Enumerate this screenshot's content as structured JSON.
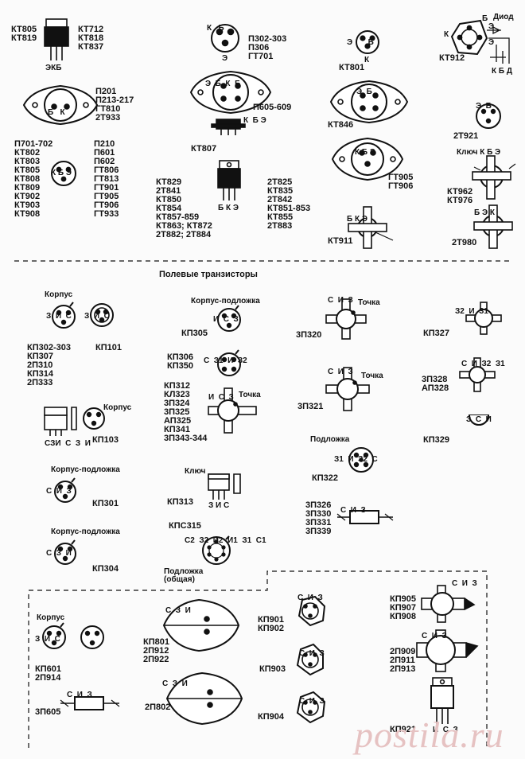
{
  "section_title": "Полевые транзисторы",
  "watermark": "postila.ru",
  "bipolar": [
    {
      "id": "kt805",
      "lines": [
        "КТ805",
        "КТ819"
      ],
      "pins": "ЭКБ"
    },
    {
      "id": "kt712",
      "lines": [
        "КТ712",
        "КТ818",
        "КТ837"
      ]
    },
    {
      "id": "p302",
      "lines": [
        "П302-303",
        "П306",
        "ГТ701"
      ],
      "pins_top": "К   Б",
      "pins_bottom": "Э"
    },
    {
      "id": "kt801",
      "lines": [
        "КТ801"
      ],
      "pins_top": "Э       Б",
      "pins_bottom": "К"
    },
    {
      "id": "kt912",
      "lines": [
        "КТ912"
      ],
      "pins_extra": [
        "Диод",
        "К",
        "Б",
        "Э",
        "Э",
        "К Б Д"
      ]
    },
    {
      "id": "p201",
      "lines": [
        "П201",
        "П213-217",
        "ГТ810",
        "2Т933"
      ],
      "pins": "Б   К"
    },
    {
      "id": "p605",
      "lines": [
        "П605-609"
      ],
      "pins": "Э  Б  К  Б"
    },
    {
      "id": "kt846",
      "lines": [
        "КТ846"
      ],
      "pins": "Э  Б"
    },
    {
      "id": "kt921",
      "lines": [
        "2Т921"
      ],
      "pins": "Э  Б"
    },
    {
      "id": "kt807",
      "lines": [
        "КТ807"
      ],
      "pins": "К  Б Э"
    },
    {
      "id": "p701",
      "lines": [
        "П701-702",
        "КТ802",
        "КТ803",
        "КТ805",
        "КТ808",
        "КТ809",
        "КТ902",
        "КТ903",
        "КТ908"
      ],
      "pins": "К Б Э"
    },
    {
      "id": "p210",
      "lines": [
        "П210",
        "П601",
        "П602",
        "ГТ806",
        "ГТ813",
        "ГТ901",
        "ГТ905",
        "ГТ906",
        "ГТ933"
      ]
    },
    {
      "id": "kt829",
      "lines": [
        "КТ829",
        "2Т841",
        "КТ850",
        "КТ854",
        "КТ857-859",
        "КТ863; КТ872",
        "2Т882; 2Т884"
      ],
      "pins": "Б К Э"
    },
    {
      "id": "t825",
      "lines": [
        "2Т825",
        "КТ835",
        "2Т842",
        "КТ851-853",
        "КТ855",
        "2Т883"
      ]
    },
    {
      "id": "gt905",
      "lines": [
        "ГТ905",
        "ГТ906"
      ],
      "pins": "К Б Э"
    },
    {
      "id": "kt962",
      "lines": [
        "КТ962",
        "КТ976"
      ],
      "pins": "Ключ К Б Э"
    },
    {
      "id": "kt911",
      "lines": [
        "КТ911"
      ],
      "pins": "Б К Э"
    },
    {
      "id": "t980",
      "lines": [
        "2Т980"
      ],
      "pins": "Б Э К"
    }
  ],
  "field": [
    {
      "id": "kp302",
      "lines": [
        "КП302-303",
        "КП307",
        "2П310",
        "КП314",
        "2П333"
      ],
      "label": "Корпус",
      "pins": "З  И  С"
    },
    {
      "id": "kp101",
      "lines": [
        "КП101"
      ],
      "pins": "З  И  С"
    },
    {
      "id": "kp305",
      "lines": [
        "КП305"
      ],
      "label": "Корпус-подложка",
      "pins": "И  С  З"
    },
    {
      "id": "zp320",
      "lines": [
        "3П320"
      ],
      "label": "Точка",
      "pins": "С  И  З"
    },
    {
      "id": "kp327",
      "lines": [
        "КП327"
      ],
      "pins": "З2  И  З1"
    },
    {
      "id": "kp306",
      "lines": [
        "КП306",
        "КП350"
      ],
      "pins": "С  З1  И  З2"
    },
    {
      "id": "zp321",
      "lines": [
        "3П321"
      ],
      "label": "Точка",
      "pins": "С  И  З"
    },
    {
      "id": "zp328",
      "lines": [
        "3П328",
        "АП328"
      ],
      "pins": "С  И  З2  З1"
    },
    {
      "id": "kp312",
      "lines": [
        "КП312",
        "КЛ323",
        "3П324",
        "3П325",
        "АП325",
        "КП341",
        "3П343-344"
      ],
      "label": "Точка",
      "pins": "И  С  З"
    },
    {
      "id": "kp103",
      "lines": [
        "КП103"
      ],
      "label": "Корпус",
      "pins": "СЗИ  С  З  И"
    },
    {
      "id": "kp329",
      "lines": [
        "КП329"
      ],
      "pins": "З  С  И"
    },
    {
      "id": "kp322",
      "lines": [
        "КП322"
      ],
      "label": "Подложка",
      "pins": "З1  И  З2  С"
    },
    {
      "id": "kp301",
      "lines": [
        "КП301"
      ],
      "label": "Корпус-подложка",
      "pins": "С  И  З"
    },
    {
      "id": "kp313",
      "lines": [
        "КП313"
      ],
      "label": "Ключ",
      "pins": "З И С"
    },
    {
      "id": "zp326",
      "lines": [
        "3П326",
        "3П330",
        "3П331",
        "3П339"
      ],
      "pins": "С  И  З"
    },
    {
      "id": "kps315",
      "lines": [
        "КПС315"
      ],
      "label": "Подложка (общая)",
      "pins": "С2  З2  И2  И1  З1  С1"
    },
    {
      "id": "kp304",
      "lines": [
        "КП304"
      ],
      "label": "Корпус-подложка",
      "pins": "С  З  И"
    },
    {
      "id": "kp601",
      "lines": [
        "КП601",
        "2П914"
      ],
      "label": "Корпус",
      "pins": "З  И  С"
    },
    {
      "id": "kp801",
      "lines": [
        "КП801",
        "2П912",
        "2П922"
      ],
      "pins": "С  З  И"
    },
    {
      "id": "kp901",
      "lines": [
        "КП901",
        "КП902"
      ],
      "pins": "С  И  З"
    },
    {
      "id": "kp905",
      "lines": [
        "КП905",
        "КП907",
        "КП908"
      ],
      "pins": "С  И  З"
    },
    {
      "id": "kp903",
      "lines": [
        "КП903"
      ],
      "pins": "С  И  З"
    },
    {
      "id": "p909",
      "lines": [
        "2П909",
        "2П911",
        "2П913"
      ],
      "pins": "С  И  З"
    },
    {
      "id": "zp605",
      "lines": [
        "3П605"
      ],
      "pins": "С  И  З"
    },
    {
      "id": "p802",
      "lines": [
        "2П802"
      ],
      "pins": "С  З  И"
    },
    {
      "id": "kp904",
      "lines": [
        "КП904"
      ],
      "pins": "С  И  З"
    },
    {
      "id": "kp921",
      "lines": [
        "КП921"
      ],
      "pins": "И  С  З"
    }
  ]
}
